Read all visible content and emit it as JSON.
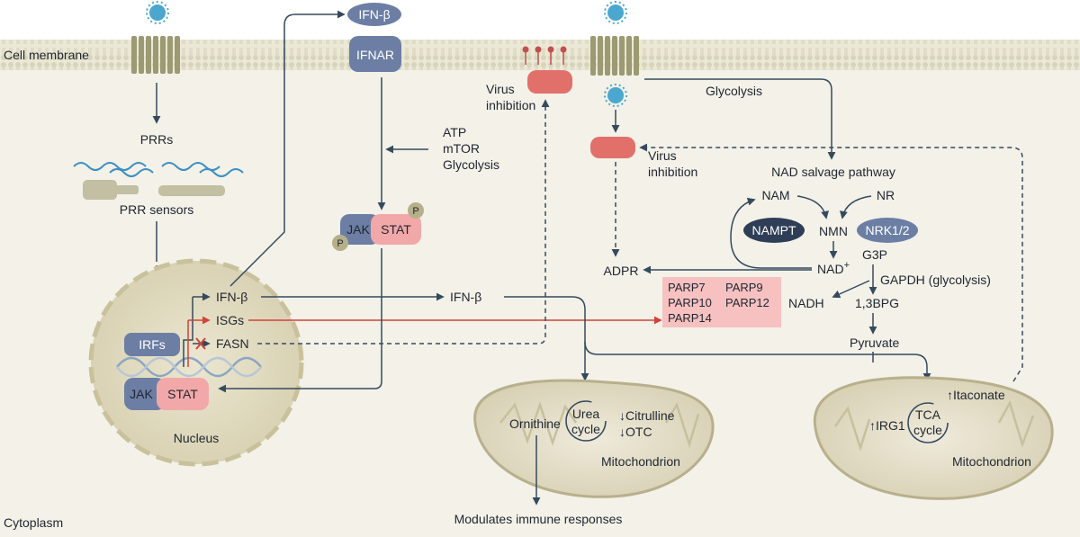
{
  "regions": {
    "cell_membrane": "Cell membrane",
    "cytoplasm": "Cytoplasm",
    "nucleus": "Nucleus",
    "mitochondrion": "Mitochondrion"
  },
  "left": {
    "prrs": "PRRs",
    "prr_sensors": "PRR sensors",
    "irfs": "IRFs",
    "jak": "JAK",
    "stat": "STAT",
    "phospho": "P"
  },
  "nucleus_genes": {
    "ifn_b": "IFN-β",
    "isgs": "ISGs",
    "fasn": "FASN"
  },
  "receptor": {
    "ifn_b": "IFN-β",
    "ifnar": "IFNAR",
    "metabolic": [
      "ATP",
      "mTOR",
      "Glycolysis"
    ]
  },
  "secreted_ifn": "IFN-β",
  "virus_inhibition": [
    "Virus",
    "inhibition"
  ],
  "right": {
    "glycolysis": "Glycolysis",
    "nad_salvage": "NAD salvage pathway",
    "nam": "NAM",
    "nr": "NR",
    "nampt": "NAMPT",
    "nmn": "NMN",
    "nrk": "NRK1/2",
    "nad": "NAD",
    "nad_sup": "+",
    "g3p": "G3P",
    "gapdh": "GAPDH (glycolysis)",
    "nadh": "NADH",
    "bpg": "1,3BPG",
    "pyruvate": "Pyruvate",
    "adpr": "ADPR"
  },
  "parps": [
    "PARP7",
    "PARP9",
    "PARP10",
    "PARP12",
    "PARP14"
  ],
  "mito1": {
    "ornithine": "Ornithine",
    "cycle": [
      "Urea",
      "cycle"
    ],
    "changes": [
      "↓Citrulline",
      "↓OTC"
    ],
    "label": "Mitochondrion",
    "output": "Modulates immune responses"
  },
  "mito2": {
    "itaconate": "↑Itaconate",
    "irg1": "↑IRG1",
    "cycle": [
      "TCA",
      "cycle"
    ],
    "label": "Mitochondrion"
  },
  "colors": {
    "membrane": "#e6e3d0",
    "receptor": "#9c9a72",
    "arrow": "#344a5e",
    "red_arrow": "#d0443a",
    "pink": "#f7c1c1",
    "sensor_blue": "#6c7ea4",
    "virus": "#4ba7cf"
  }
}
